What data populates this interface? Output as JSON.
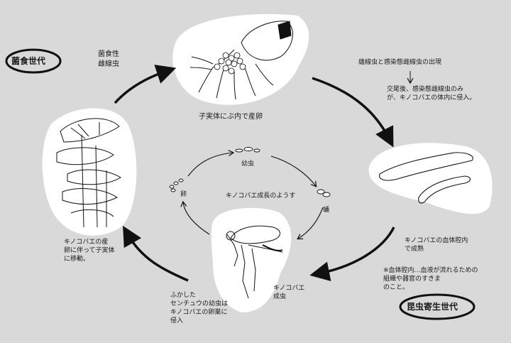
{
  "titles": {
    "fungivorous_generation": "菌食世代",
    "insect_parasitic_generation": "昆虫寄生世代"
  },
  "labels": {
    "fungivorous_nematode": "菌食性\n雌線虫",
    "egg_laying_in_fruitbody": "子実体にぶ内で産卵",
    "mating_appearance": "雄線虫と感染態雌線虫の出現",
    "after_mating": "交尾後、感染態雌線虫のみ\nが、キノコバエの体内に侵入。",
    "mature_in_hemocoel": "キノコバエの血体腔内\nで成熟",
    "hemocoel_note": "※血体腔内…血液が流れるための\n組織や器官のすきま\nのこと。",
    "larva_stage": "幼虫",
    "egg_stage": "卵",
    "pupa_stage": "蛹",
    "growth_center": "キノコバエ成長のようす",
    "adult_fly": "キノコバエ\n成虫",
    "hatched_nematodes": "ふかした\nセンチュウの幼虫は\nキノコバエの卵巣に\n侵入",
    "oviposition_move": "キノコバエの産\n卵に伴って子実体\nに移動。"
  }
}
